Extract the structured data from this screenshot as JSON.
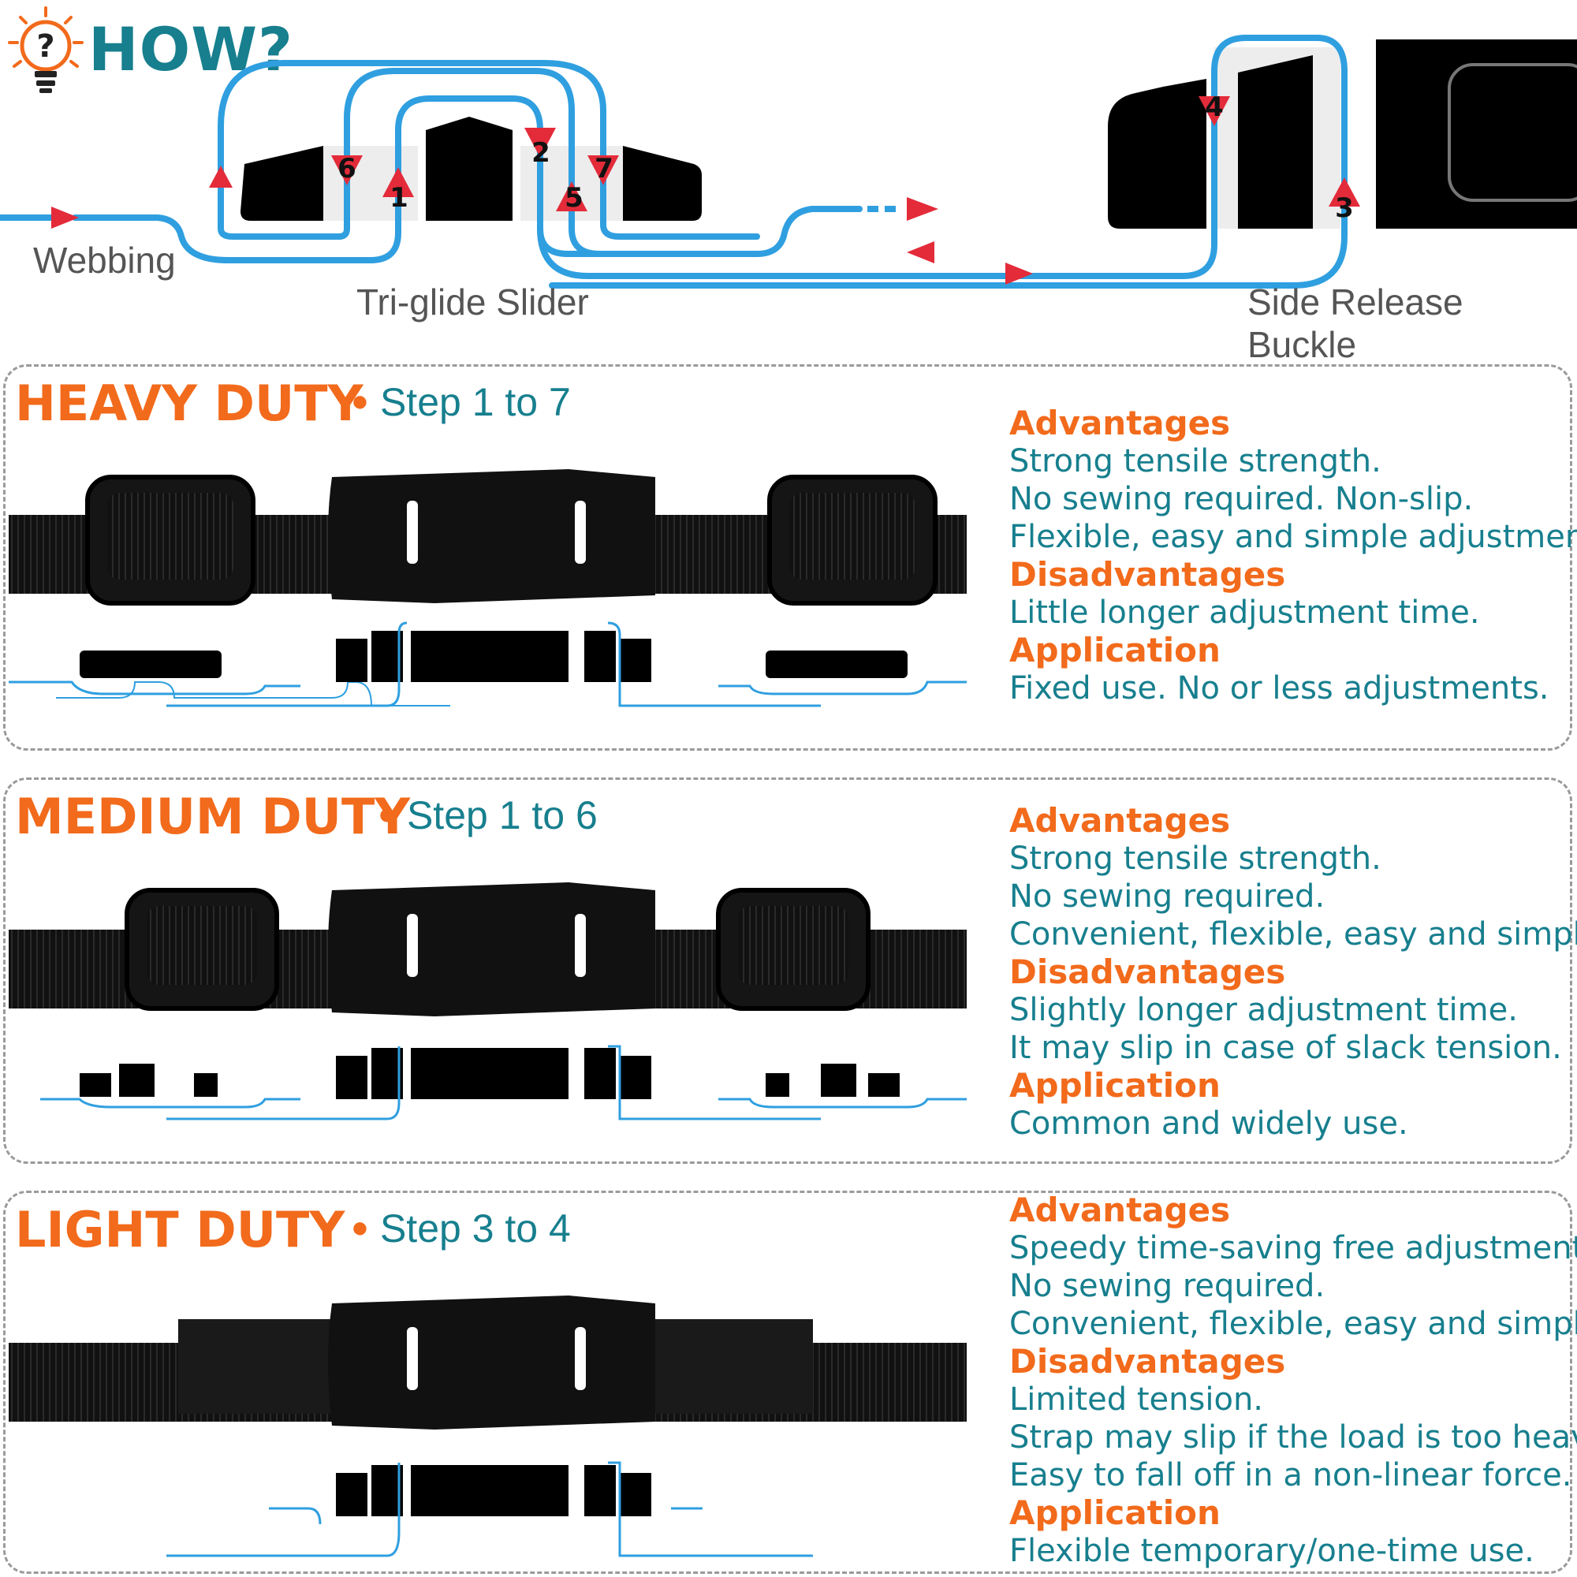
{
  "header": {
    "title": "HOW?",
    "labels": {
      "webbing": "Webbing",
      "slider": "Tri-glide Slider",
      "buckle": "Side Release Buckle"
    },
    "steps": [
      "1",
      "2",
      "3",
      "4",
      "5",
      "6",
      "7"
    ]
  },
  "panels": [
    {
      "title": "HEAVY DUTY",
      "step": "Step 1 to 7",
      "sections": [
        {
          "heading": "Advantages",
          "lines": [
            "Strong tensile strength.",
            "No sewing required. Non-slip.",
            "Flexible, easy and simple adjustment."
          ]
        },
        {
          "heading": "Disadvantages",
          "lines": [
            "Little longer adjustment time."
          ]
        },
        {
          "heading": "Application",
          "lines": [
            "Fixed use. No or less adjustments."
          ]
        }
      ]
    },
    {
      "title": "MEDIUM DUTY",
      "step": "Step 1 to 6",
      "sections": [
        {
          "heading": "Advantages",
          "lines": [
            "Strong tensile strength.",
            "No sewing required.",
            "Convenient, flexible, easy and simple."
          ]
        },
        {
          "heading": "Disadvantages",
          "lines": [
            "Slightly longer adjustment time.",
            "It may slip in case of slack tension."
          ]
        },
        {
          "heading": "Application",
          "lines": [
            "Common and widely use."
          ]
        }
      ]
    },
    {
      "title": "LIGHT DUTY",
      "step": "Step 3 to 4",
      "sections": [
        {
          "heading": "Advantages",
          "lines": [
            "Speedy time-saving free adjustment.",
            "No sewing required.",
            "Convenient, flexible, easy and simple."
          ]
        },
        {
          "heading": "Disadvantages",
          "lines": [
            "Limited tension.",
            "Strap may slip if the load is too heavy.",
            "Easy to fall off in a non-linear force."
          ]
        },
        {
          "heading": "Application",
          "lines": [
            "Flexible temporary/one-time use."
          ]
        }
      ]
    }
  ],
  "colors": {
    "accent": "#f26a1b",
    "teal": "#177f8e",
    "webbing": "#2f9fe0",
    "arrow": "#e32b3a"
  }
}
